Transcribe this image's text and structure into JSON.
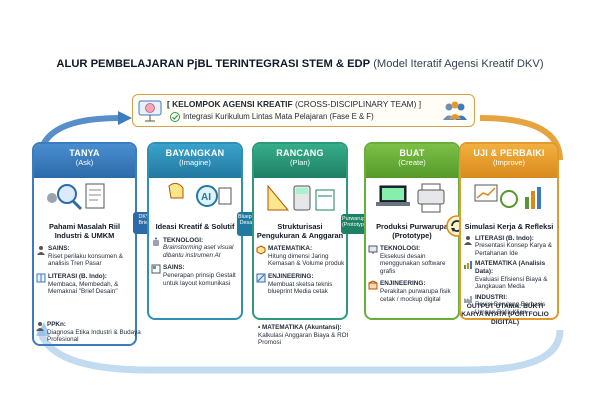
{
  "title": {
    "main": "ALUR PEMBELAJARAN PjBL TERINTEGRASI STEM & EDP",
    "sub": "(Model Iteratif Agensi Kreatif DKV)"
  },
  "team": {
    "title_bold": "[ KELOMPOK AGENSI KREATIF",
    "title_rest": "(CROSS-DISCIPLINARY TEAM) ]",
    "subtitle": "Integrasi Kurikulum Lintas Mata Pelajaran (Fase E & F)"
  },
  "stages": [
    {
      "name": "TANYA",
      "sub": "(Ask)",
      "title": "Pahami Masalah Riil Industri & UMKM",
      "sections": [
        {
          "label": "SAINS:",
          "text": "Riset perilaku konsumen & analisis Tren Pasar"
        },
        {
          "label": "LITERASI (B. Indo):",
          "text": "Membaca, Membedah, & Memaknai \"Brief Desain\""
        }
      ]
    },
    {
      "name": "BAYANGKAN",
      "sub": "(Imagine)",
      "title": "Ideasi Kreatif & Solutif",
      "sections": [
        {
          "label": "TEKNOLOGI:",
          "text": "Brainstorming aset visual dibantu instrumen AI"
        },
        {
          "label": "SAINS:",
          "text": "Penerapan prinsip Gestalt untuk layout komunikasi"
        }
      ]
    },
    {
      "name": "RANCANG",
      "sub": "(Plan)",
      "title": "Strukturisasi Pengukuran & Anggaran",
      "sections": [
        {
          "label": "MATEMATIKA:",
          "text": "Hitung dimensi Jaring Kemasan & Volume produk"
        },
        {
          "label": "ENJINEERING:",
          "text": "Membuat sketsa teknis blueprint Media cetak"
        }
      ]
    },
    {
      "name": "BUAT",
      "sub": "(Create)",
      "title": "Produksi Purwarupa (Prototype)",
      "sections": [
        {
          "label": "TEKNOLOGI:",
          "text": "Eksekusi desain menggunakan software grafis"
        },
        {
          "label": "ENJINEERING:",
          "text": "Perakitan purwarupa fisik cetak / mockup digital"
        }
      ]
    },
    {
      "name": "UJI & PERBAIKI",
      "sub": "(Improve)",
      "title": "Simulasi Kerja & Refleksi",
      "sections": [
        {
          "label": "LITERASI (B. Indo):",
          "text": "Presentasi Konsep Karya & Pertahanan Ide"
        },
        {
          "label": "MATEMATIKA (Analisis Data):",
          "text": "Evaluasi Efisiensi Biaya & Jangkauan Media"
        },
        {
          "label": "INDUSTRI:",
          "text": "Revisi Berulang Berbasis Umpan Balik Klien"
        }
      ]
    }
  ],
  "connectors": [
    "DKV Brief",
    "Blueprint Desain",
    "Purwarupa (Prototype)"
  ],
  "ppkn": {
    "label": "PPKn:",
    "text": "Diagnosa Etika Industri & Budaya Profesional"
  },
  "mat_akuntansi": {
    "label": "• MATEMATIKA (Akuntansi):",
    "text": "Kalkulasi Anggaran Biaya & ROI Promosi"
  },
  "output": "OUTPUT UTAMA: BUKTI KARYA NYATA (PORTFOLIO DIGITAL)",
  "colors": {
    "tanya": "#3b7bbf",
    "bayangkan": "#2f8fb5",
    "rancang": "#2e9a7a",
    "buat": "#6aae3a",
    "uji": "#e39a2c",
    "team_border": "#d1a14f"
  }
}
